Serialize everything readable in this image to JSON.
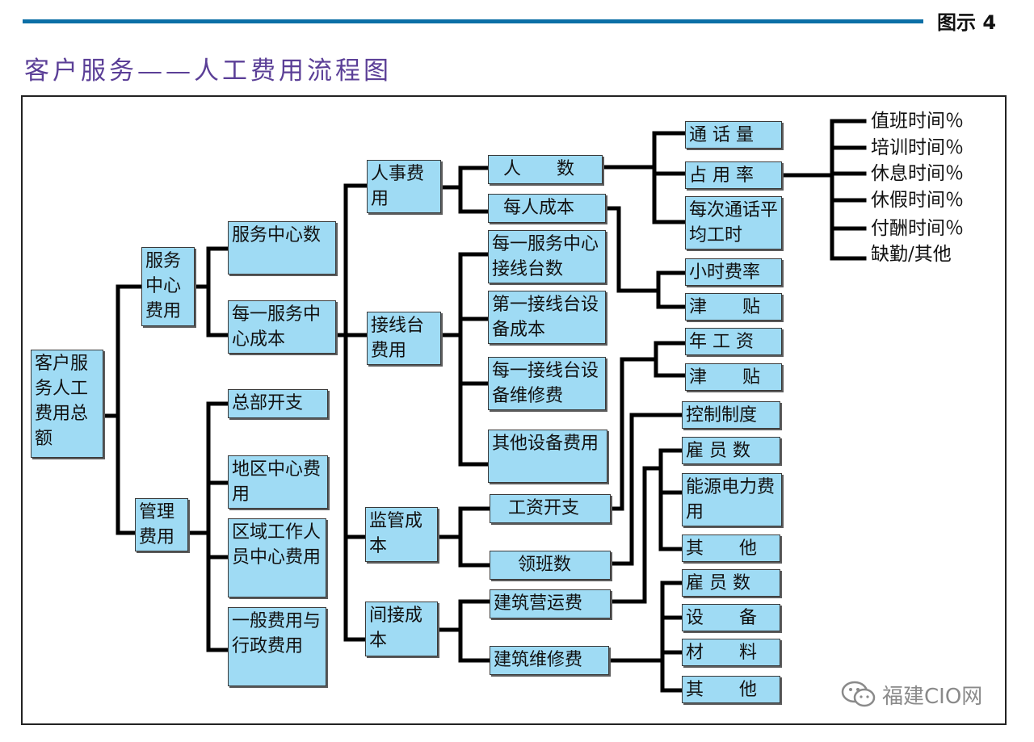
{
  "header": {
    "figure_label": "图示 4",
    "title": "客户服务——人工费用流程图"
  },
  "nodes": {
    "root": "客户服务人工费用总额",
    "service_center_cost": "服务中心费用",
    "management_cost": "管理费用",
    "service_center_count": "服务中心数",
    "cost_per_center": "每一服务中心成本",
    "hq_spending": "总部开支",
    "regional_center_cost": "地区中心费用",
    "regional_staff_center_cost": "区域工作人员中心费用",
    "general_admin_cost": "一般费用与行政费用",
    "personnel_cost": "人事费用",
    "switchboard_cost": "接线台费用",
    "supervision_cost": "监管成本",
    "indirect_cost": "间接成本",
    "headcount": "人　　数",
    "cost_per_person": "每人成本",
    "switchboards_per_center": "每一服务中心接线台数",
    "cost_per_switchboard_equipment": "第一接线台设备成本",
    "switchboard_maintenance": "每一接线台设备维修费",
    "other_equipment": "其他设备费用",
    "wage_spending": "工资开支",
    "shift_leaders": "领班数",
    "building_operation": "建筑营运费",
    "building_maintenance": "建筑维修费",
    "call_volume": "通 话 量",
    "occupancy": "占 用 率",
    "avg_call_time": "每次通话平均工时",
    "hourly_rate": "小时费率",
    "allowance_1": "津　　贴",
    "annual_salary": "年 工 资",
    "allowance_2": "津　　贴",
    "control_system": "控制制度",
    "employees_1": "雇 员 数",
    "energy_cost": "能源电力费用",
    "other_1": "其　　他",
    "employees_2": "雇 员 数",
    "equipment": "设　　备",
    "materials": "材　　料",
    "other_2": "其　　他"
  },
  "time_breakdown": [
    "值班时间％",
    "培训时间％",
    "休息时间％",
    "休假时间％",
    "付酬时间％",
    "缺勤/其他"
  ],
  "watermark": "福建CIO网"
}
